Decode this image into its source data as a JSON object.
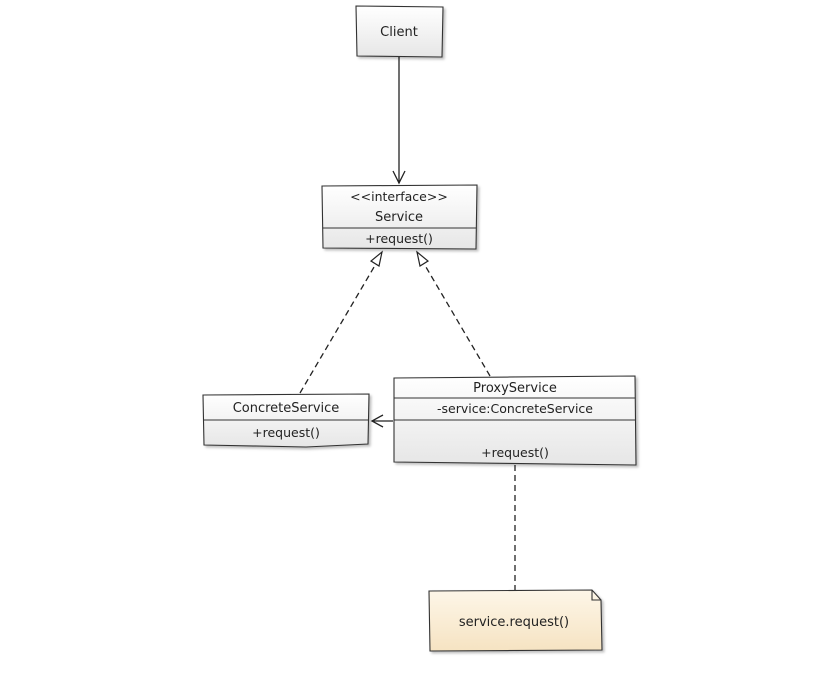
{
  "diagram": {
    "colors": {
      "box_fill_top": "#ffffff",
      "box_fill_bottom": "#e6e6e6",
      "note_fill_top": "#fdf6e8",
      "note_fill_bottom": "#f6e3c2",
      "stroke": "#333333"
    },
    "client": {
      "name": "Client"
    },
    "service": {
      "stereotype": "<<interface>>",
      "name": "Service",
      "operation": "+request()"
    },
    "concrete_service": {
      "name": "ConcreteService",
      "operation": "+request()"
    },
    "proxy_service": {
      "name": "ProxyService",
      "attribute": "-service:ConcreteService",
      "operation": "+request()"
    },
    "note": {
      "text": "service.request()"
    },
    "relations": [
      {
        "from": "Client",
        "to": "Service",
        "kind": "association"
      },
      {
        "from": "ConcreteService",
        "to": "Service",
        "kind": "realization"
      },
      {
        "from": "ProxyService",
        "to": "Service",
        "kind": "realization"
      },
      {
        "from": "ProxyService",
        "to": "ConcreteService",
        "kind": "association"
      },
      {
        "from": "note",
        "to": "ProxyService",
        "kind": "note-link"
      }
    ]
  }
}
